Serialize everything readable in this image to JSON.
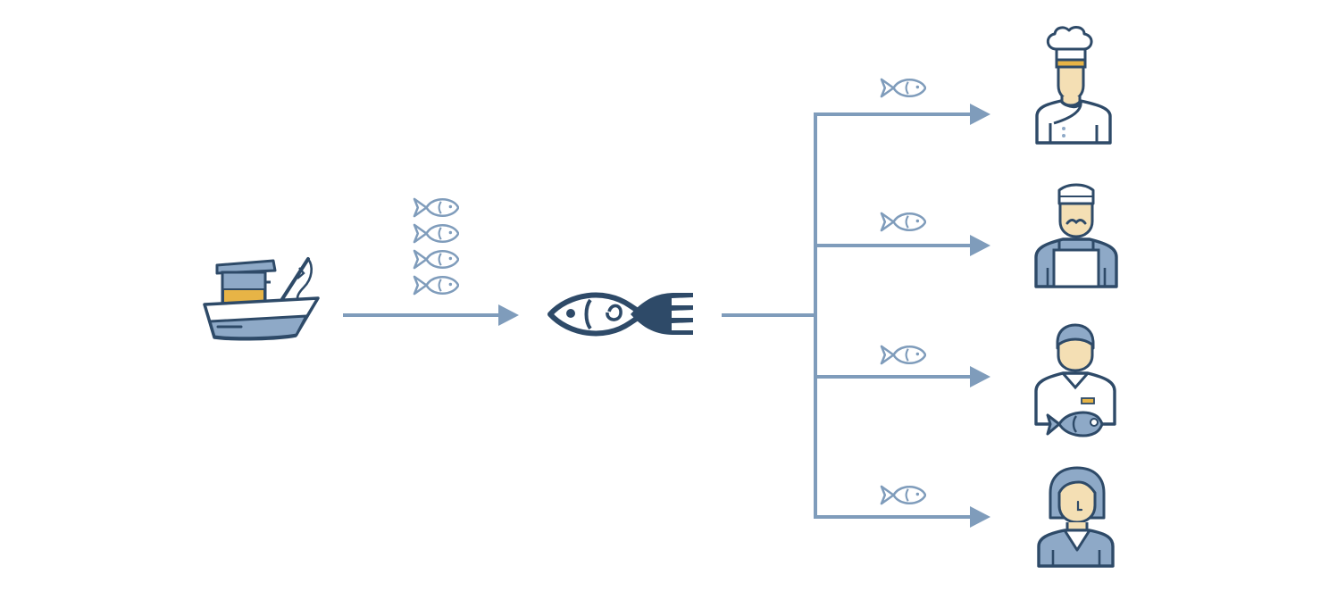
{
  "colors": {
    "background": "#ffffff",
    "arrow": "#7f9cbb",
    "outline": "#2e4a68",
    "fill_blue": "#8ea9c7",
    "fill_skin": "#f4dfb4",
    "fill_gold": "#e7b446",
    "fill_white": "#ffffff"
  },
  "nodes": {
    "source": {
      "icon": "fishing-boat-icon"
    },
    "hub": {
      "icon": "fish-fork-logo-icon"
    },
    "recipients": [
      {
        "icon": "chef-icon"
      },
      {
        "icon": "butcher-fishmonger-icon"
      },
      {
        "icon": "fish-vendor-icon"
      },
      {
        "icon": "woman-customer-icon"
      }
    ]
  },
  "flows": {
    "source_to_hub": {
      "fish_count": 4,
      "fish_icon": "fish-icon"
    },
    "hub_to_recipients": [
      {
        "fish_count": 1,
        "fish_icon": "fish-icon"
      },
      {
        "fish_count": 1,
        "fish_icon": "fish-icon"
      },
      {
        "fish_count": 1,
        "fish_icon": "fish-icon"
      },
      {
        "fish_count": 1,
        "fish_icon": "fish-icon"
      }
    ]
  }
}
